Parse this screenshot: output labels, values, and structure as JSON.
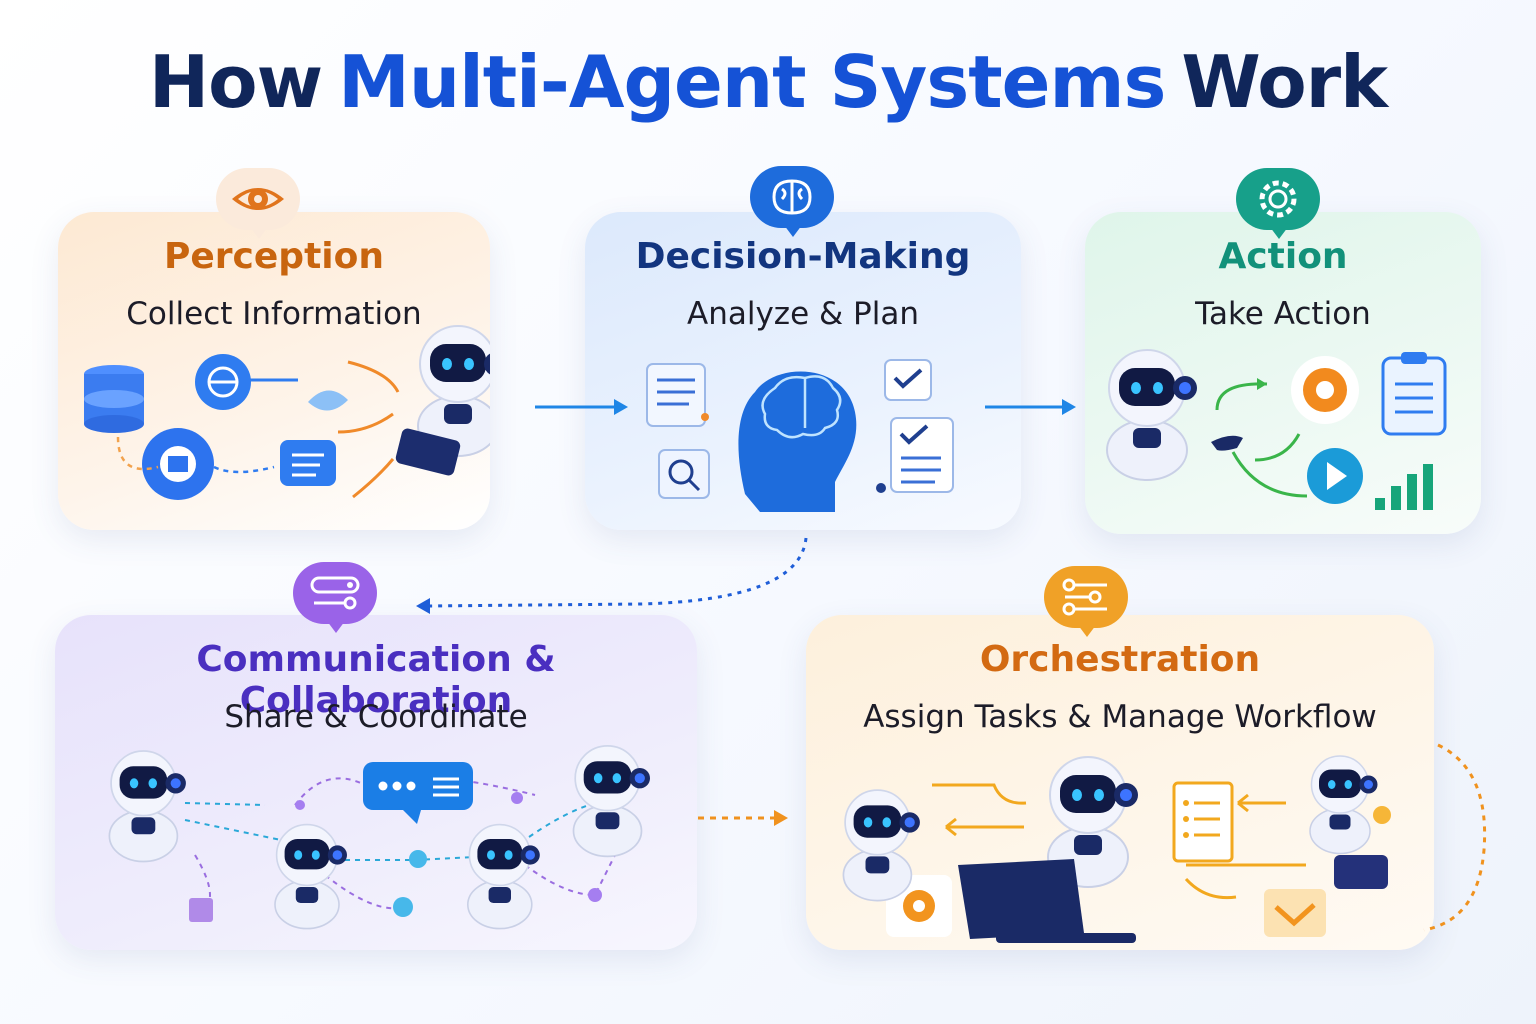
{
  "title": {
    "part1": "How",
    "highlight": "Multi-Agent Systems",
    "part2": "Work"
  },
  "colors": {
    "title": "#10265a",
    "highlight": "#1552d6",
    "perception": "#c8650f",
    "decision": "#12357f",
    "action": "#12917a",
    "communication": "#4a2fc0",
    "orchestration": "#d36a12"
  },
  "stages": {
    "perception": {
      "heading": "Perception",
      "subtitle": "Collect Information",
      "icon": "eye-icon"
    },
    "decision": {
      "heading": "Decision-Making",
      "subtitle": "Analyze & Plan",
      "icon": "brain-icon"
    },
    "action": {
      "heading": "Action",
      "subtitle": "Take Action",
      "icon": "gear-icon"
    },
    "communication": {
      "heading": "Communication & Collaboration",
      "subtitle": "Share & Coordinate",
      "icon": "message-toggle-icon"
    },
    "orchestration": {
      "heading": "Orchestration",
      "subtitle": "Assign Tasks & Manage Workflow",
      "icon": "workflow-sliders-icon"
    }
  }
}
